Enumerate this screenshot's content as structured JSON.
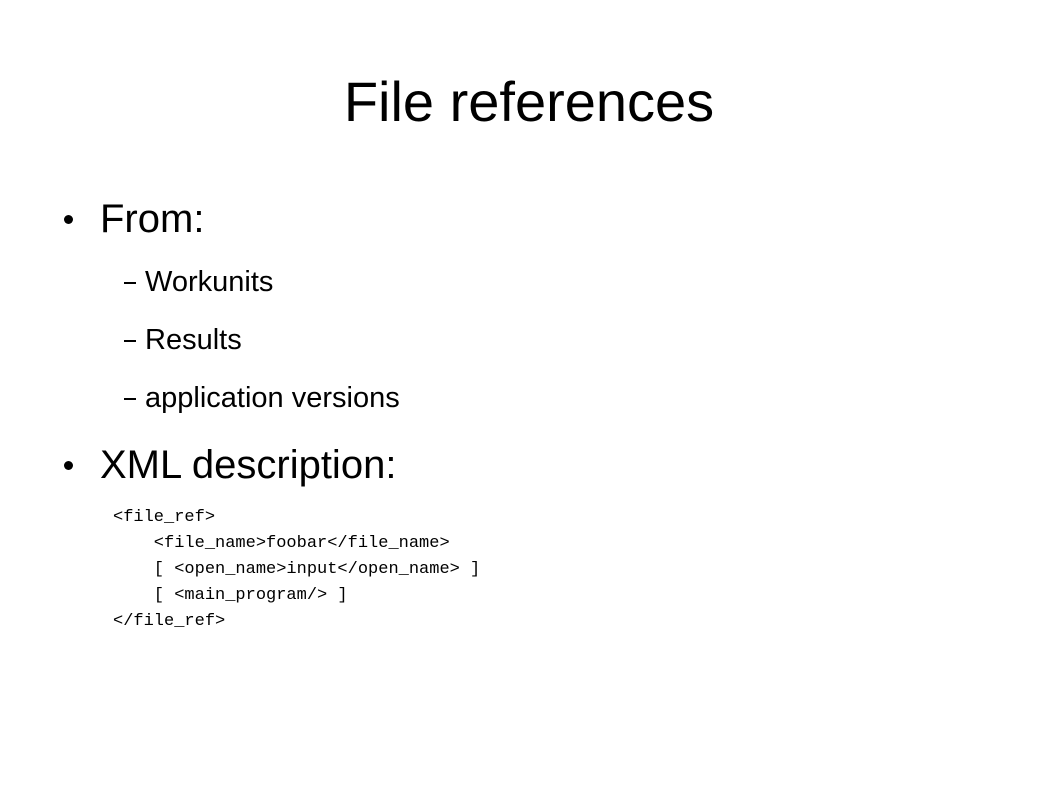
{
  "slide": {
    "title": "File references",
    "bullets": [
      {
        "label": "From:",
        "subitems": [
          "Workunits",
          "Results",
          "application versions"
        ]
      },
      {
        "label": "XML description:"
      }
    ],
    "code_lines": [
      "<file_ref>",
      "    <file_name>foobar</file_name>",
      "    [ <open_name>input</open_name> ]",
      "    [ <main_program/> ]",
      "</file_ref>"
    ]
  }
}
